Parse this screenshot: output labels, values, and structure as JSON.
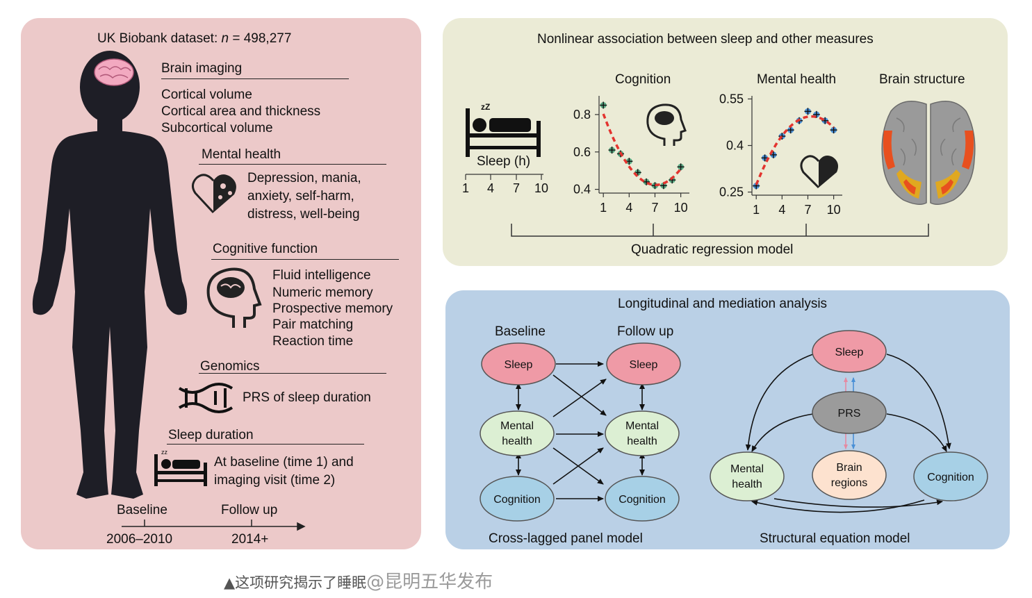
{
  "left": {
    "title": "UK Biobank dataset: n = 498,277",
    "title_pre": "UK Biobank dataset: ",
    "title_n": "n",
    "title_post": " = 498,277",
    "brain_imaging": {
      "heading": "Brain imaging",
      "items": [
        "Cortical volume",
        "Cortical area and thickness",
        "Subcortical volume"
      ]
    },
    "mental_health": {
      "heading": "Mental health",
      "items": [
        "Depression, mania,",
        "anxiety, self-harm,",
        "distress, well-being"
      ]
    },
    "cognitive_function": {
      "heading": "Cognitive function",
      "items": [
        "Fluid intelligence",
        "Numeric memory",
        "Prospective memory",
        "Pair matching",
        "Reaction time"
      ]
    },
    "genomics": {
      "heading": "Genomics",
      "item": "PRS of sleep duration"
    },
    "sleep_duration": {
      "heading": "Sleep duration",
      "items": [
        "At baseline (time 1) and",
        "imaging visit (time 2)"
      ]
    },
    "timeline": {
      "baseline_label": "Baseline",
      "followup_label": "Follow up",
      "baseline_years": "2006–2010",
      "followup_years": "2014+"
    }
  },
  "top": {
    "title": "Nonlinear association between sleep and other measures",
    "sleep_axis_label": "Sleep (h)",
    "sleep_ticks": [
      "1",
      "4",
      "7",
      "10"
    ],
    "cognition_title": "Cognition",
    "mental_title": "Mental health",
    "brain_title": "Brain structure",
    "model_label": "Quadratic regression model"
  },
  "chart_data": [
    {
      "type": "scatter",
      "title": "Cognition",
      "x_ticks": [
        1,
        4,
        7,
        10
      ],
      "y_ticks": [
        0.4,
        0.6,
        0.8
      ],
      "xlim": [
        0.5,
        11
      ],
      "ylim": [
        0.38,
        0.9
      ],
      "x": [
        1,
        2,
        3,
        4,
        5,
        6,
        7,
        8,
        9,
        10
      ],
      "y": [
        0.85,
        0.61,
        0.59,
        0.55,
        0.49,
        0.44,
        0.42,
        0.42,
        0.45,
        0.52
      ],
      "fit": "quadratic",
      "point_color": "#5aa882",
      "fit_color": "#e3342f"
    },
    {
      "type": "scatter",
      "title": "Mental health",
      "x_ticks": [
        1,
        4,
        7,
        10
      ],
      "y_ticks": [
        0.25,
        0.4,
        0.55
      ],
      "xlim": [
        0.5,
        11
      ],
      "ylim": [
        0.24,
        0.56
      ],
      "x": [
        1,
        2,
        3,
        4,
        5,
        6,
        7,
        8,
        9,
        10
      ],
      "y": [
        0.27,
        0.36,
        0.37,
        0.43,
        0.45,
        0.48,
        0.51,
        0.5,
        0.48,
        0.45
      ],
      "fit": "quadratic",
      "point_color": "#4a90d6",
      "fit_color": "#e3342f"
    }
  ],
  "bottom": {
    "title": "Longitudinal and mediation analysis",
    "baseline_label": "Baseline",
    "followup_label": "Follow up",
    "panel_model_label": "Cross-lagged panel model",
    "sem_label": "Structural equation model",
    "nodes": {
      "sleep": "Sleep",
      "mental_1": "Mental",
      "mental_2": "health",
      "cognition": "Cognition",
      "prs": "PRS",
      "brain_1": "Brain",
      "brain_2": "regions"
    },
    "colors": {
      "sleep": "#ef9aa6",
      "mental": "#dcefd3",
      "cognition": "#a7d0e6",
      "prs": "#9b9b9b",
      "brain": "#fde2cf"
    }
  },
  "caption": {
    "text": "▲这项研究揭示了睡眠",
    "watermark": "@昆明五华发布"
  }
}
